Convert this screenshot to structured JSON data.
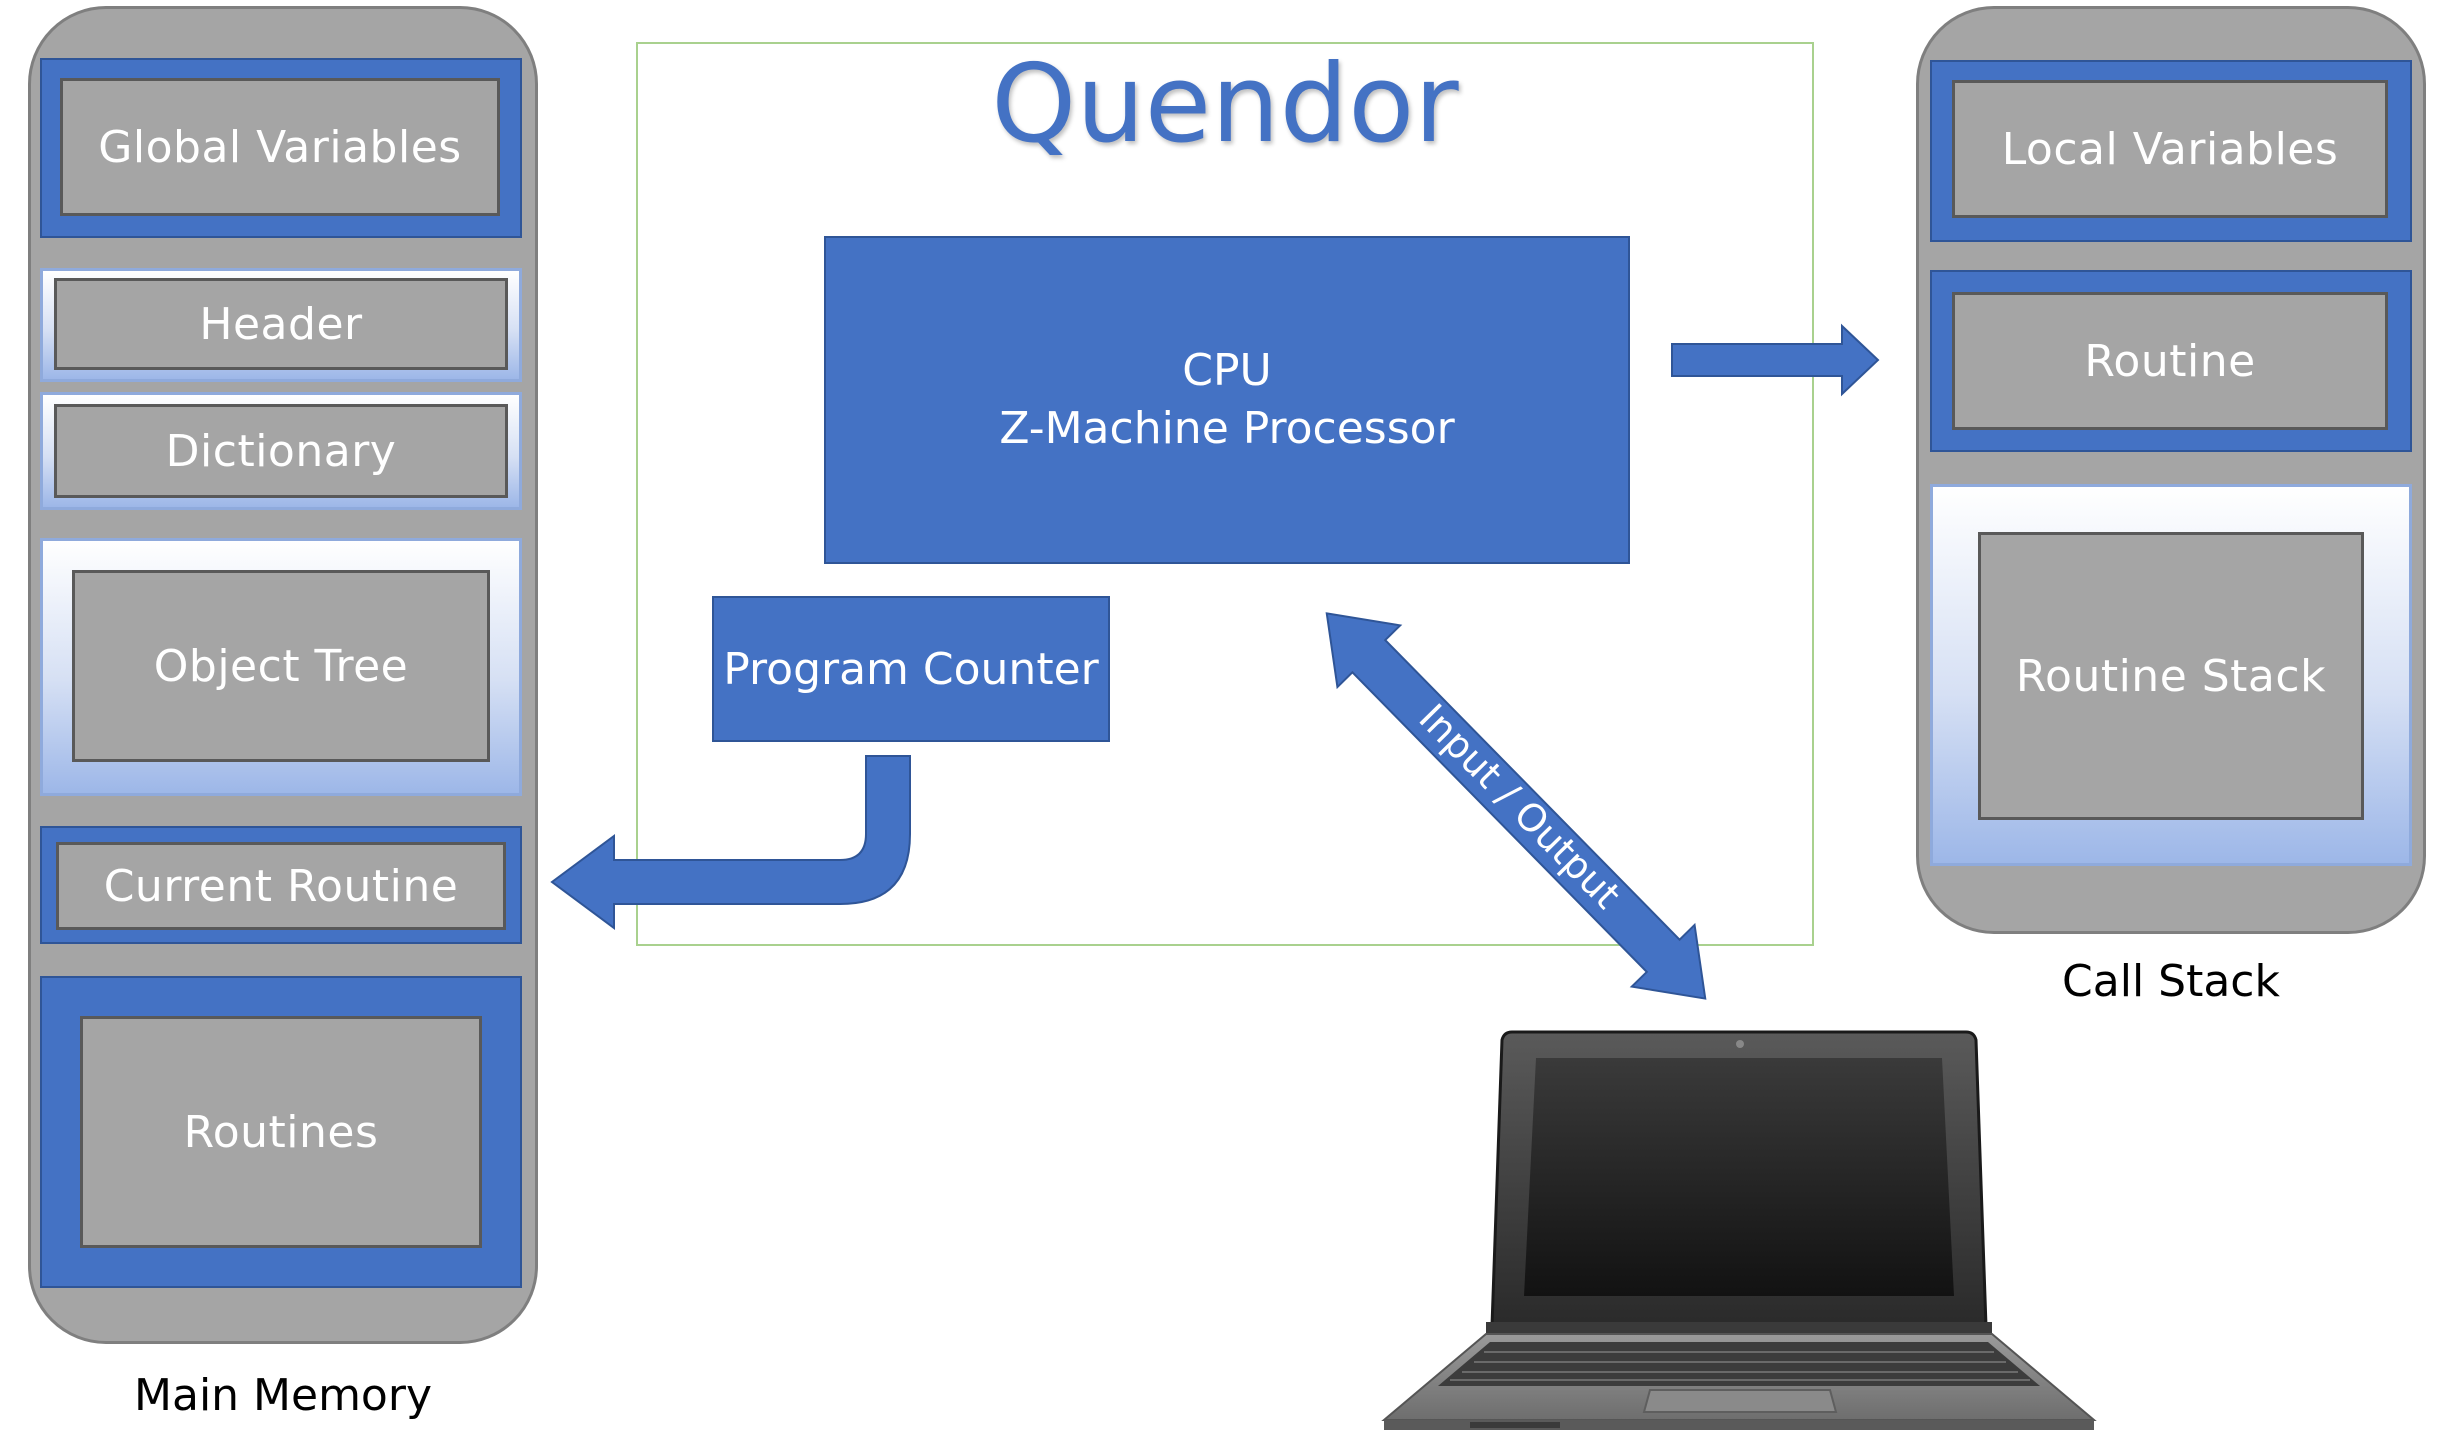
{
  "title": "Quendor",
  "main_memory": {
    "caption": "Main Memory",
    "global_variables": "Global Variables",
    "header": "Header",
    "dictionary": "Dictionary",
    "object_tree": "Object Tree",
    "current_routine": "Current Routine",
    "routines": "Routines"
  },
  "call_stack": {
    "caption": "Call Stack",
    "local_variables": "Local Variables",
    "routine": "Routine",
    "routine_stack": "Routine Stack"
  },
  "cpu": {
    "line1": "CPU",
    "line2": "Z-Machine Processor"
  },
  "program_counter": "Program Counter",
  "io_label": "Input / Output",
  "colors": {
    "accent_blue": "#4472c4",
    "column_gray": "#a5a5a5",
    "frame_green": "#a9d18e"
  },
  "icons": {
    "laptop": "laptop-icon"
  }
}
